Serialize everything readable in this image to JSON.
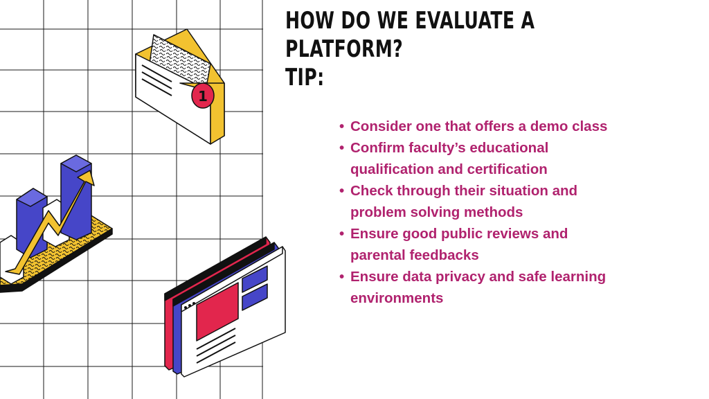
{
  "heading": {
    "line1": "HOW DO WE EVALUATE A",
    "line2": "PLATFORM?",
    "line3": "TIP:"
  },
  "tips": [
    "Consider one that offers a demo class",
    "Confirm faculty’s educational qualification and certification",
    "Check through their situation and problem solving methods",
    "Ensure good public reviews and parental feedbacks",
    "Ensure data privacy and safe learning environments"
  ],
  "envelope_badge": "1",
  "colors": {
    "tip_text": "#b0226e",
    "heading_text": "#111111",
    "grid_line": "#1a1a1a",
    "accent_yellow": "#f2c230",
    "accent_blue": "#4646c8",
    "accent_red": "#e2264d"
  },
  "icons": [
    "grid-background",
    "envelope-icon",
    "bar-chart-icon",
    "browser-windows-icon"
  ]
}
